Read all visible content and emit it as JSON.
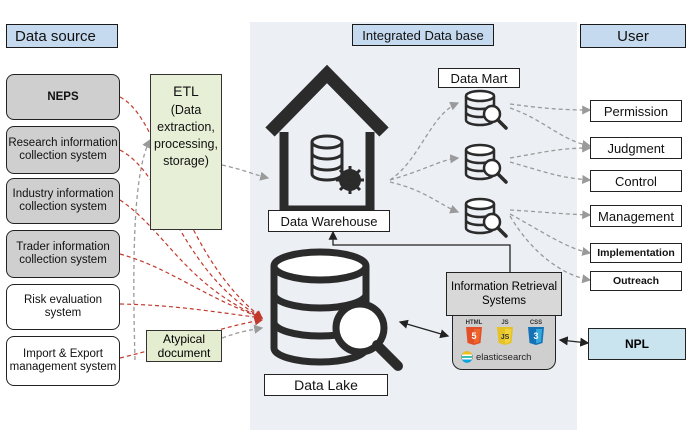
{
  "headers": {
    "data_source": "Data source",
    "integrated": "Integrated Data base",
    "user": "User"
  },
  "sources": [
    {
      "label": "NEPS"
    },
    {
      "label": "Research information collection system"
    },
    {
      "label": "Industry information collection system"
    },
    {
      "label": "Trader information collection system"
    },
    {
      "label": "Risk evaluation system"
    },
    {
      "label": "Import & Export management system"
    }
  ],
  "etl": {
    "title": "ETL",
    "detail": "(Data extraction, processing, storage)"
  },
  "atypical": "Atypical document",
  "data_warehouse": "Data Warehouse",
  "data_lake": "Data Lake",
  "data_mart": "Data Mart",
  "users": [
    {
      "label": "Permission"
    },
    {
      "label": "Judgment"
    },
    {
      "label": "Control"
    },
    {
      "label": "Management"
    },
    {
      "label": "Implementation"
    },
    {
      "label": "Outreach"
    }
  ],
  "irs": {
    "title": "Information Retrieval Systems",
    "logos": [
      "HTML",
      "JS",
      "CSS"
    ],
    "engine": "elasticsearch"
  },
  "npl": "NPL",
  "colors": {
    "header_fill": "#c5d9ef",
    "source_fill": "#cfcfcf",
    "etl_fill": "#e7efd6",
    "panel_fill": "#eceff4",
    "red_arrow": "#c0392b",
    "gray_arrow": "#9a9a9a",
    "npl_fill": "#c9e3ef"
  }
}
